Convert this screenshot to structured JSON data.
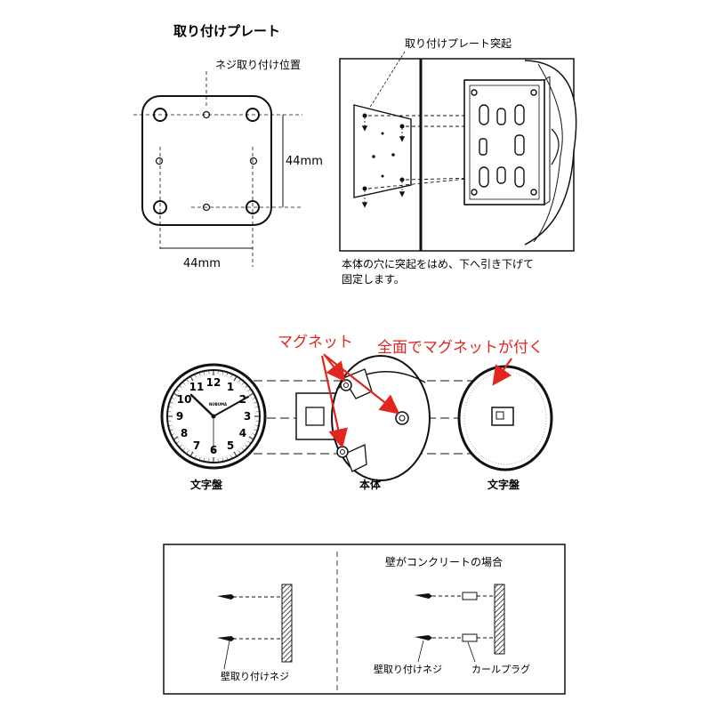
{
  "plate": {
    "title": "取り付けプレート",
    "screw_label": "ネジ取り付け位置",
    "dim_vertical": "44mm",
    "dim_horizontal": "44mm"
  },
  "mount": {
    "protrusion_label": "取り付けプレート突起",
    "caption_line1": "本体の穴に突起をはめ、下へ引き下げて",
    "caption_line2": "固定します。"
  },
  "assembly": {
    "magnet_label": "マグネット",
    "full_magnet_label": "全面でマグネットが付く",
    "dial_label_left": "文字盤",
    "body_label": "本体",
    "dial_label_right": "文字盤",
    "brand": "NOBUMA",
    "clock_numbers": [
      "12",
      "1",
      "2",
      "3",
      "4",
      "5",
      "6",
      "7",
      "8",
      "9",
      "10",
      "11"
    ]
  },
  "wall": {
    "concrete_title": "壁がコンクリートの場合",
    "screw_left": "壁取り付けネジ",
    "screw_right": "壁取り付けネジ",
    "anchor": "カールプラグ"
  },
  "colors": {
    "accent_red": "#e0261f",
    "ink": "#111111"
  }
}
